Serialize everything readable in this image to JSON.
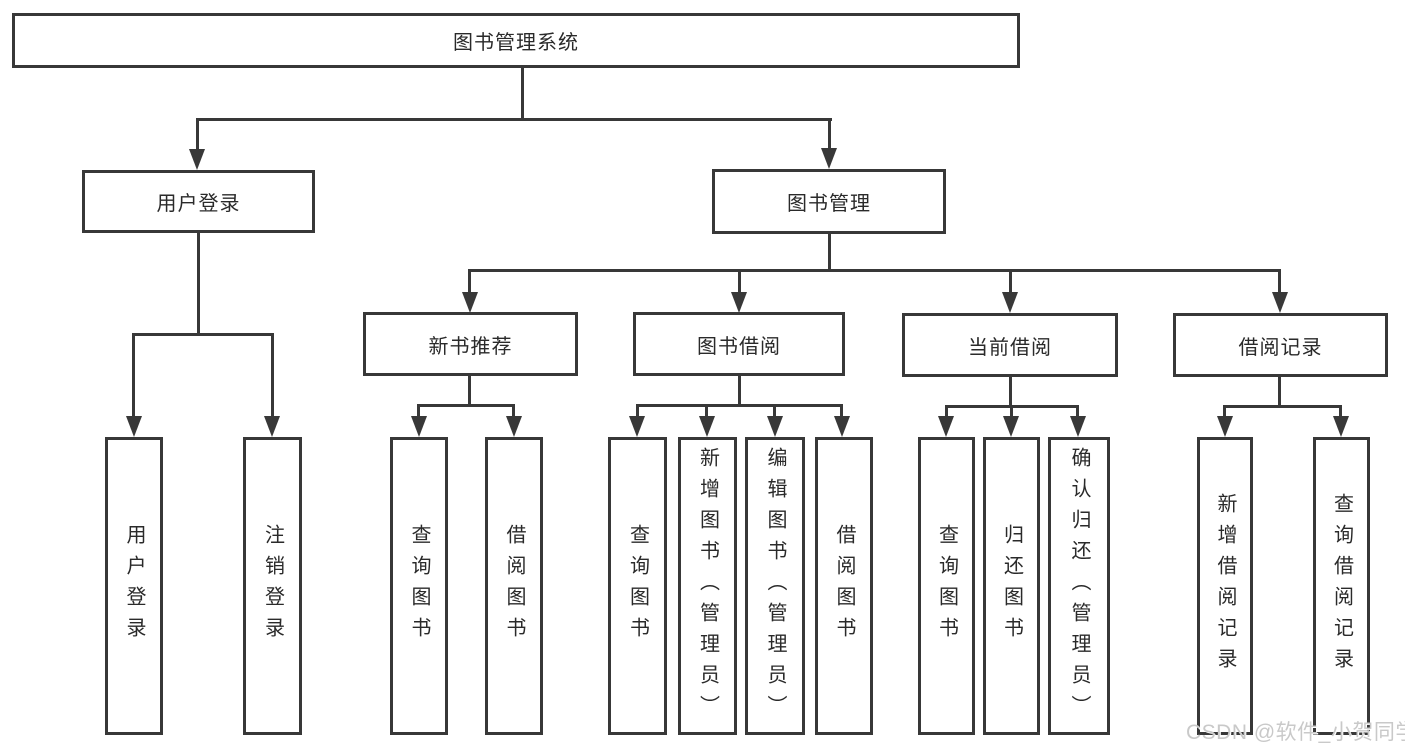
{
  "diagram_type": "hierarchy-tree",
  "tree": {
    "label": "图书管理系统",
    "children": [
      {
        "label": "用户登录",
        "children": [
          {
            "label": "用户登录"
          },
          {
            "label": "注销登录"
          }
        ]
      },
      {
        "label": "图书管理",
        "children": [
          {
            "label": "新书推荐",
            "children": [
              {
                "label": "查询图书"
              },
              {
                "label": "借阅图书"
              }
            ]
          },
          {
            "label": "图书借阅",
            "children": [
              {
                "label": "查询图书"
              },
              {
                "label": "新增图书（管理员）"
              },
              {
                "label": "编辑图书（管理员）"
              },
              {
                "label": "借阅图书"
              }
            ]
          },
          {
            "label": "当前借阅",
            "children": [
              {
                "label": "查询图书"
              },
              {
                "label": "归还图书"
              },
              {
                "label": "确认归还（管理员）"
              }
            ]
          },
          {
            "label": "借阅记录",
            "children": [
              {
                "label": "新增借阅记录"
              },
              {
                "label": "查询借阅记录"
              }
            ]
          }
        ]
      }
    ]
  },
  "watermark": {
    "text": "CSDN @软件_小贺同学"
  },
  "colors": {
    "line": "#383838",
    "box_border": "#383838",
    "text": "#2a2a2a",
    "background": "#ffffff",
    "watermark": "#c9c9c9"
  }
}
